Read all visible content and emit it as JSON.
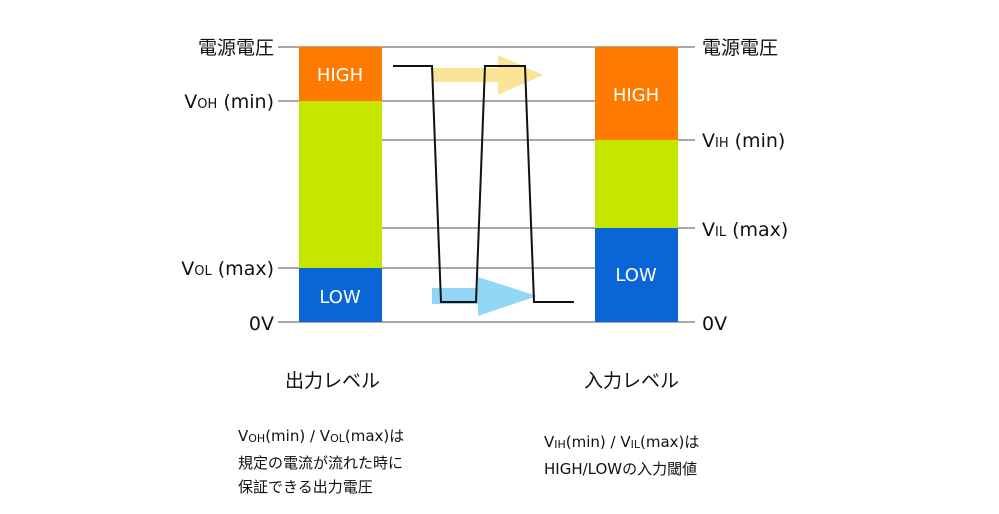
{
  "colors": {
    "high": "#ff7a00",
    "mid": "#c6e600",
    "low": "#0a66d6",
    "grid": "#a8a8a8",
    "arrow_high": "#f8df85",
    "arrow_low": "#86d2f5",
    "signal": "#111111"
  },
  "output": {
    "title": "出力レベル",
    "supply": "電源電圧",
    "voh": {
      "v": "V",
      "sub": "OH",
      "rest": " (min)"
    },
    "vol": {
      "v": "V",
      "sub": "OL",
      "rest": " (max)"
    },
    "zero": "0V",
    "high_label": "HIGH",
    "low_label": "LOW"
  },
  "input": {
    "title": "入力レベル",
    "supply": "電源電圧",
    "vih": {
      "v": "V",
      "sub": "IH",
      "rest": " (min)"
    },
    "vil": {
      "v": "V",
      "sub": "IL",
      "rest": " (max)"
    },
    "zero": "0V",
    "high_label": "HIGH",
    "low_label": "LOW"
  },
  "notes": {
    "left": {
      "line1": {
        "v1": "V",
        "s1": "OH",
        "t1": "(min) / ",
        "v2": "V",
        "s2": "OL",
        "t2": "(max)は"
      },
      "line2": "規定の電流が流れた時に",
      "line3": "保証できる出力電圧"
    },
    "right": {
      "line1": {
        "v1": "V",
        "s1": "IH",
        "t1": "(min) / ",
        "v2": "V",
        "s2": "IL",
        "t2": "(max)は"
      },
      "line2": "HIGH/LOWの入力閾値"
    }
  }
}
